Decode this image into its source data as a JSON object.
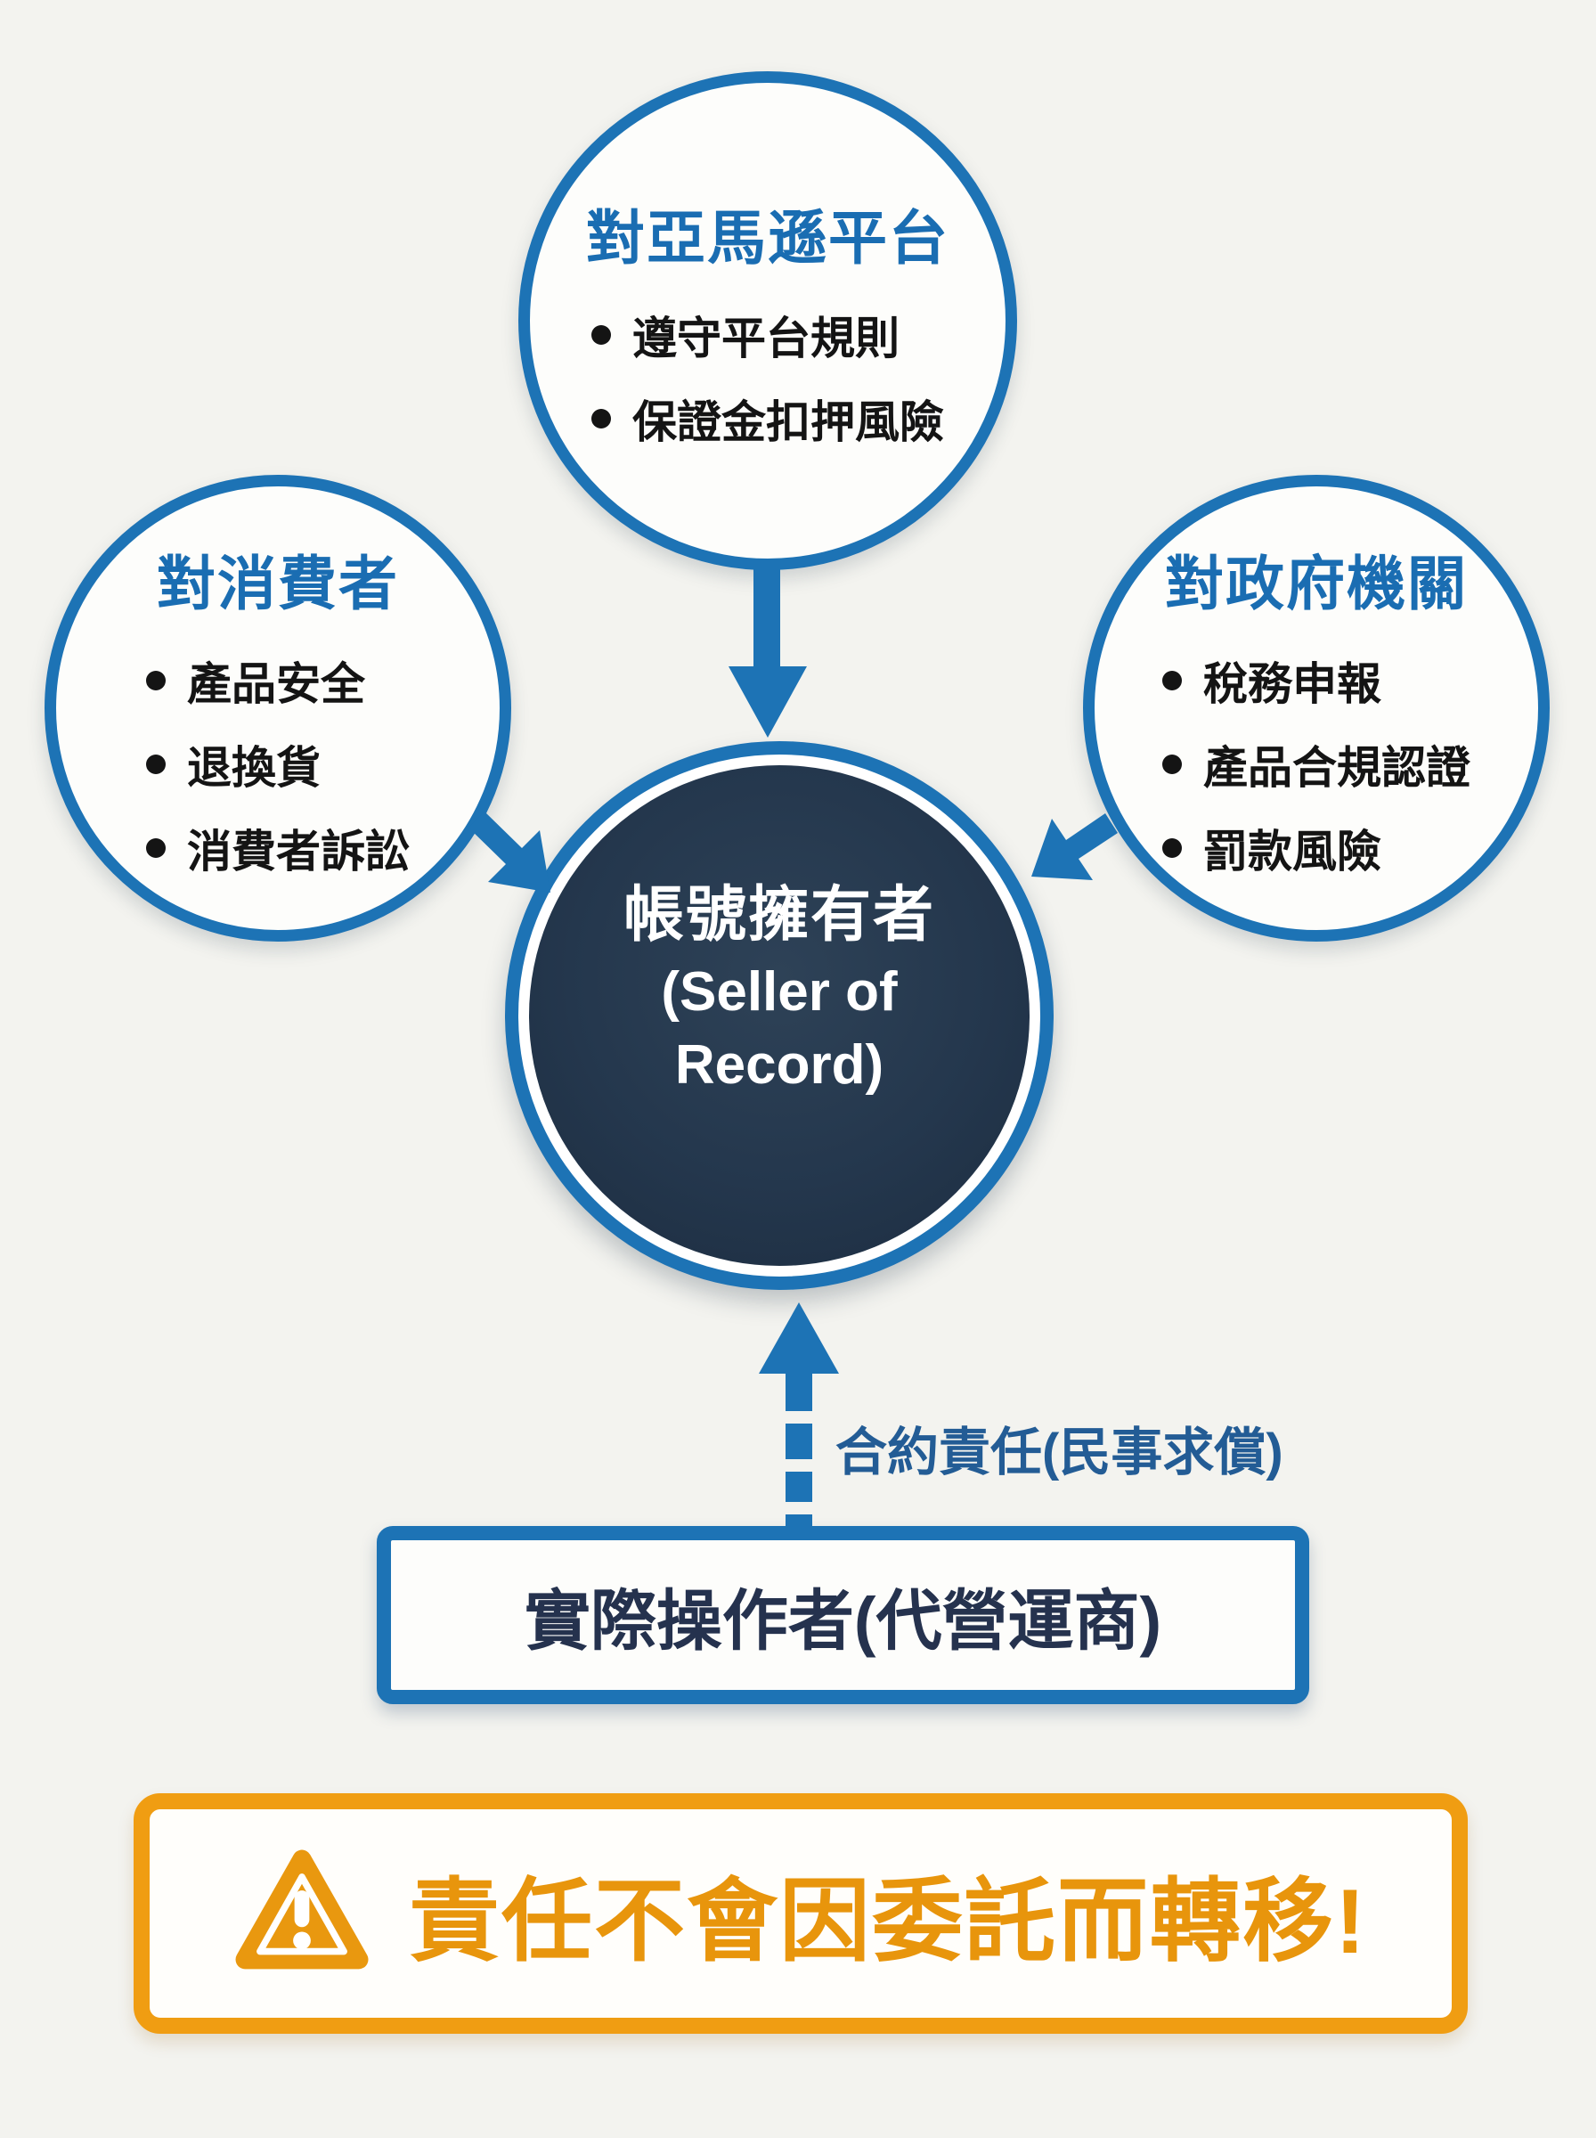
{
  "colors": {
    "background": "#f3f3ef",
    "blue_outline": "#1d73b5",
    "heading_blue": "#1a6db2",
    "center_navy": "#24374d",
    "bullet_text": "#141414",
    "contract_label_blue": "#235c95",
    "operator_text_navy": "#25324e",
    "warning_orange_border": "#f09d12",
    "warning_orange_text": "#e8950c"
  },
  "diagram": {
    "platform_node": {
      "title": "對亞馬遜平台",
      "bullets": [
        "遵守平台規則",
        "保證金扣押風險"
      ]
    },
    "consumer_node": {
      "title": "對消費者",
      "bullets": [
        "產品安全",
        "退換貨",
        "消費者訴訟"
      ]
    },
    "government_node": {
      "title": "對政府機關",
      "bullets": [
        "稅務申報",
        "產品合規認證",
        "罰款風險"
      ]
    },
    "seller_node": {
      "lines": [
        "帳號擁有者",
        "(Seller of",
        "Record)"
      ]
    },
    "contract_arrow_label": "合約責任(民事求償)",
    "operator_node": {
      "label": "實際操作者(代營運商)"
    },
    "warning_banner": {
      "icon": "warning-triangle-icon",
      "text": "責任不會因委託而轉移!"
    }
  }
}
